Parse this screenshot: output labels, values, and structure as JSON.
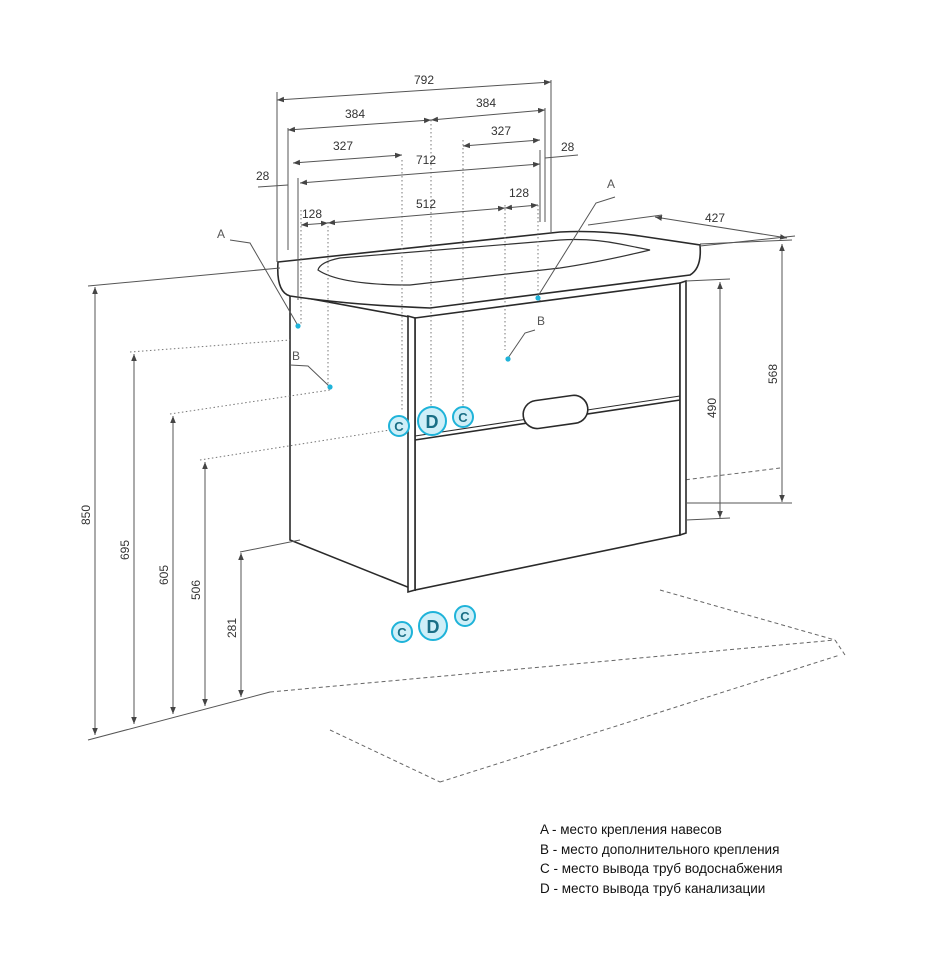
{
  "dimensions": {
    "w792": "792",
    "w384_left": "384",
    "w384_right": "384",
    "w327_left": "327",
    "w327_right": "327",
    "w712": "712",
    "w28_left": "28",
    "w28_right": "28",
    "w128_left": "128",
    "w512": "512",
    "w128_right": "128",
    "d427": "427",
    "h850": "850",
    "h695": "695",
    "h605": "605",
    "h506": "506",
    "h281": "281",
    "h490": "490",
    "h568": "568"
  },
  "markers": {
    "a_left": "A",
    "a_right": "A",
    "b_left": "B",
    "b_right": "B",
    "c1": "C",
    "d1": "D",
    "c2": "C",
    "c3": "C",
    "d2": "D",
    "c4": "C"
  },
  "legend": [
    "A - место крепления навесов",
    "B - место дополнительного крепления",
    "C - место вывода труб водоснабжения",
    "D - место вывода труб канализации"
  ],
  "colors": {
    "accent": "#1fb3d9",
    "accent_fill": "#cfeff8",
    "line": "#2a2a2a"
  }
}
